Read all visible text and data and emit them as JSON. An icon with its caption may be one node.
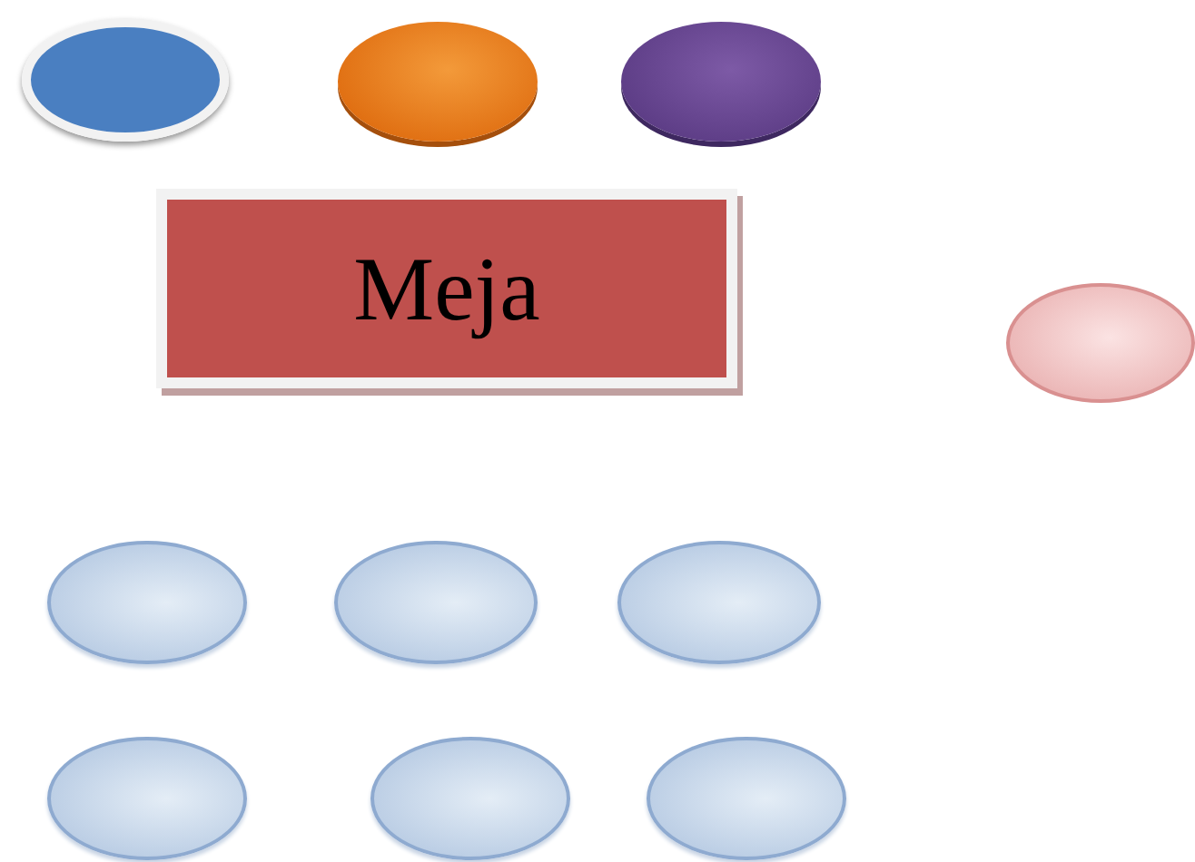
{
  "diagram": {
    "nodes": [
      {
        "text": [],
        "shape": "ellipse"
      },
      {
        "text": [],
        "shape": "ellipse"
      },
      {
        "text": [],
        "shape": "ellipse"
      },
      {
        "text": [
          "Meja"
        ]
      },
      {
        "text": [],
        "shape": "ellipse"
      },
      {
        "text": [],
        "shape": "ellipse"
      },
      {
        "text": [],
        "shape": "ellipse"
      },
      {
        "text": [],
        "shape": "ellipse"
      },
      {
        "text": [],
        "shape": "ellipse"
      },
      {
        "text": [],
        "shape": "ellipse"
      },
      {
        "text": [],
        "shape": "ellipse"
      }
    ]
  }
}
